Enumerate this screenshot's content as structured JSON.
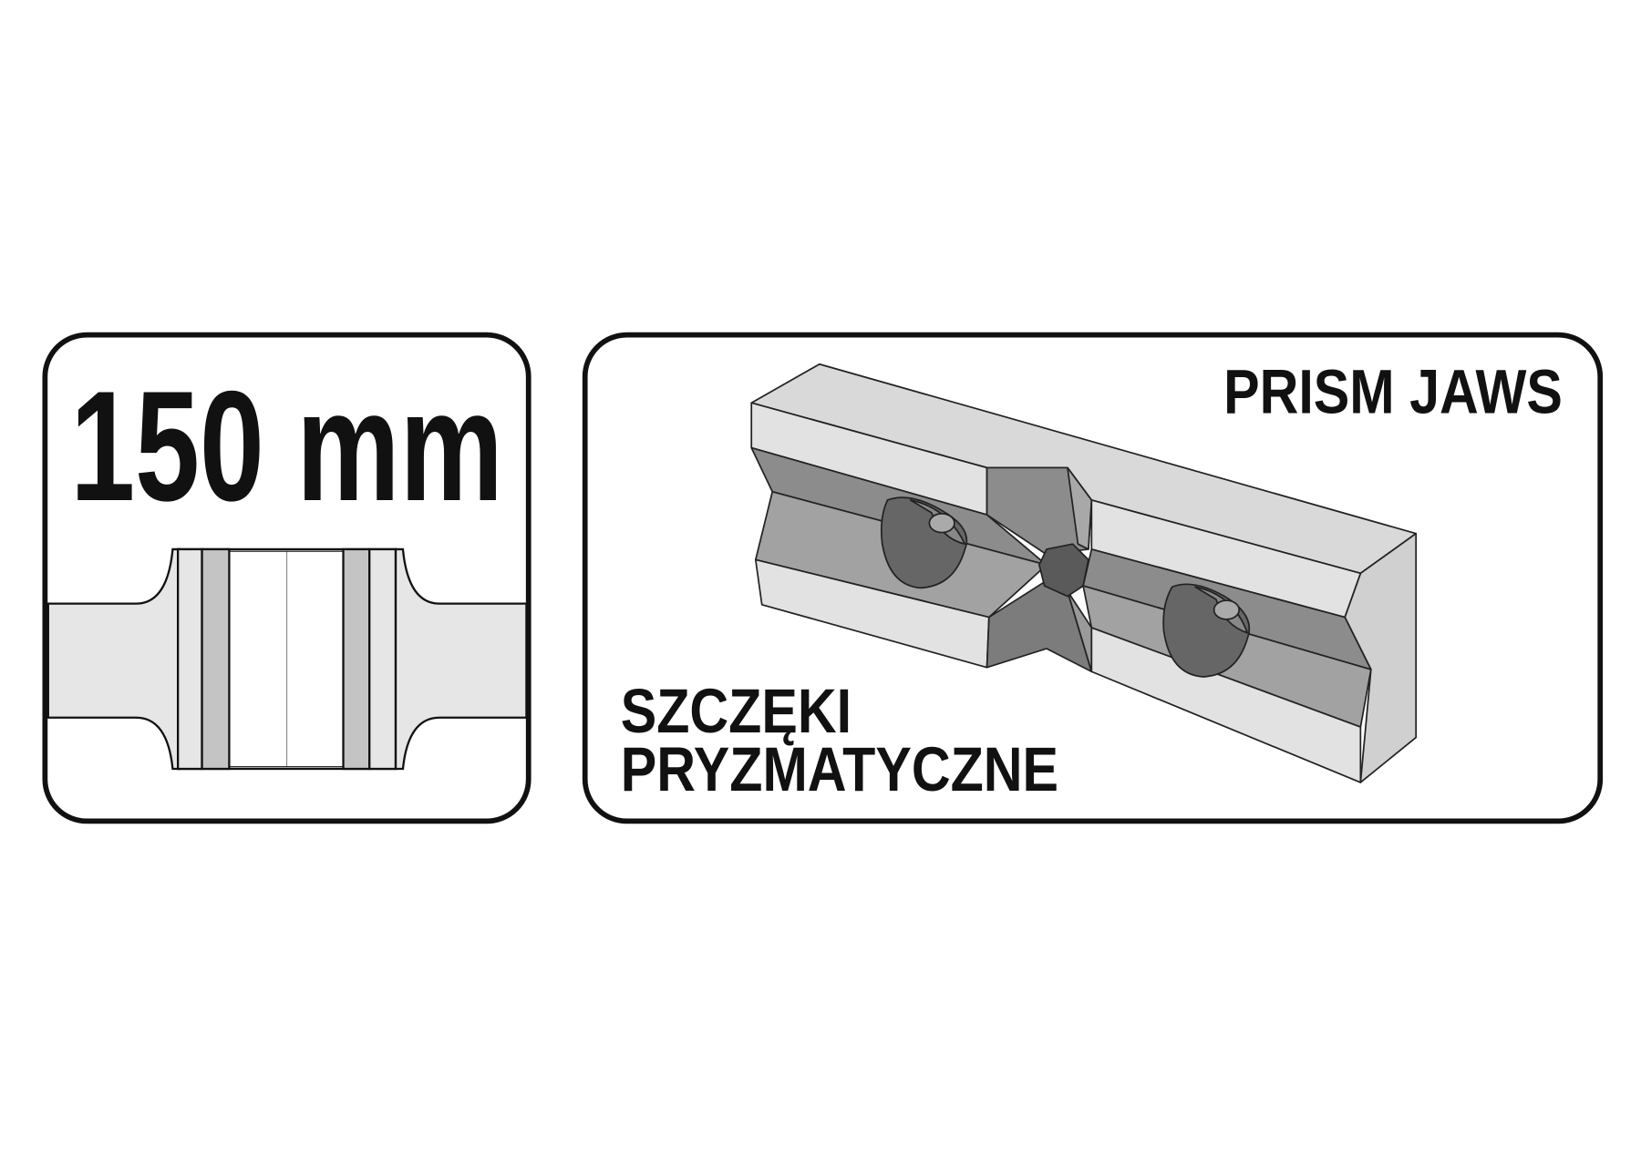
{
  "size_panel": {
    "label": "150 mm"
  },
  "jaws_panel": {
    "title_en": "PRISM JAWS",
    "title_pl_line1": "SZCZĘKI",
    "title_pl_line2": "PRYZMATYCZNE"
  },
  "colors": {
    "outline": "#111111",
    "light": "#e6e6e6",
    "mid": "#c4c4c4",
    "bevel": "#8c8c8c",
    "dark": "#5e5e5e"
  }
}
